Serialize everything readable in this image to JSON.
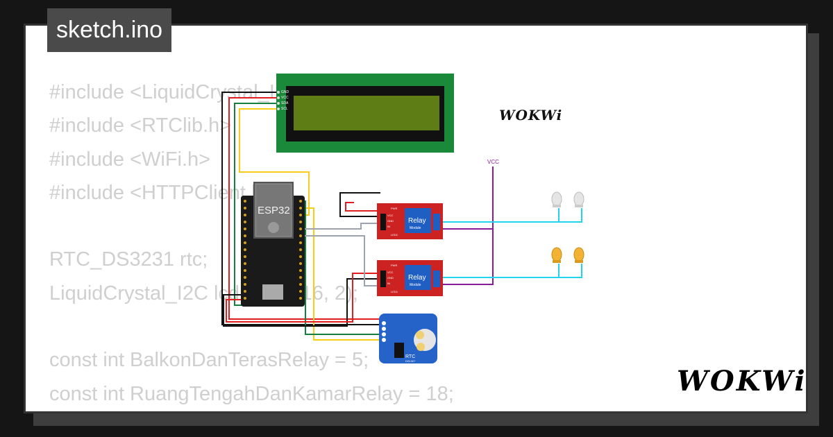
{
  "file_tab": "sketch.ino",
  "code_lines": [
    "#include <LiquidCrystal_I2C.h>",
    "#include <RTClib.h>",
    "#include <WiFi.h>",
    "#include <HTTPClient.h>",
    "",
    "RTC_DS3231 rtc;",
    "LiquidCrystal_I2C lcd(0x27, 16, 2);",
    "",
    "const int BalkonDanTerasRelay = 5;",
    "const int RuangTengahDanKamarRelay = 18;"
  ],
  "logo": "WOKWi",
  "diagram": {
    "esp32_label": "ESP32",
    "relay_label": "Relay",
    "relay_sub": "Module",
    "relay_pins": [
      "PWR",
      "VCC",
      "GND",
      "IN",
      "LED1"
    ],
    "lcd_pins": [
      "GND",
      "VCC",
      "SDA",
      "SCL"
    ],
    "rtc_label": "RTC",
    "rtc_sub": "DS1307",
    "vcc_label": "VCC",
    "colors": {
      "lcd_board": "#1a8a3a",
      "lcd_screen": "#5e7d14",
      "relay_board": "#cc2222",
      "relay_box": "#1f5fc4",
      "rtc_board": "#2563c9",
      "wire_cyan": "#22d3ee",
      "wire_purple": "#8b1a9c",
      "wire_red": "#e11d1d",
      "wire_green": "#15803d",
      "wire_yellow": "#facc15",
      "wire_grey": "#9ca3af",
      "led_white": "#e5e5e5",
      "led_yellow": "#f2b233"
    }
  }
}
